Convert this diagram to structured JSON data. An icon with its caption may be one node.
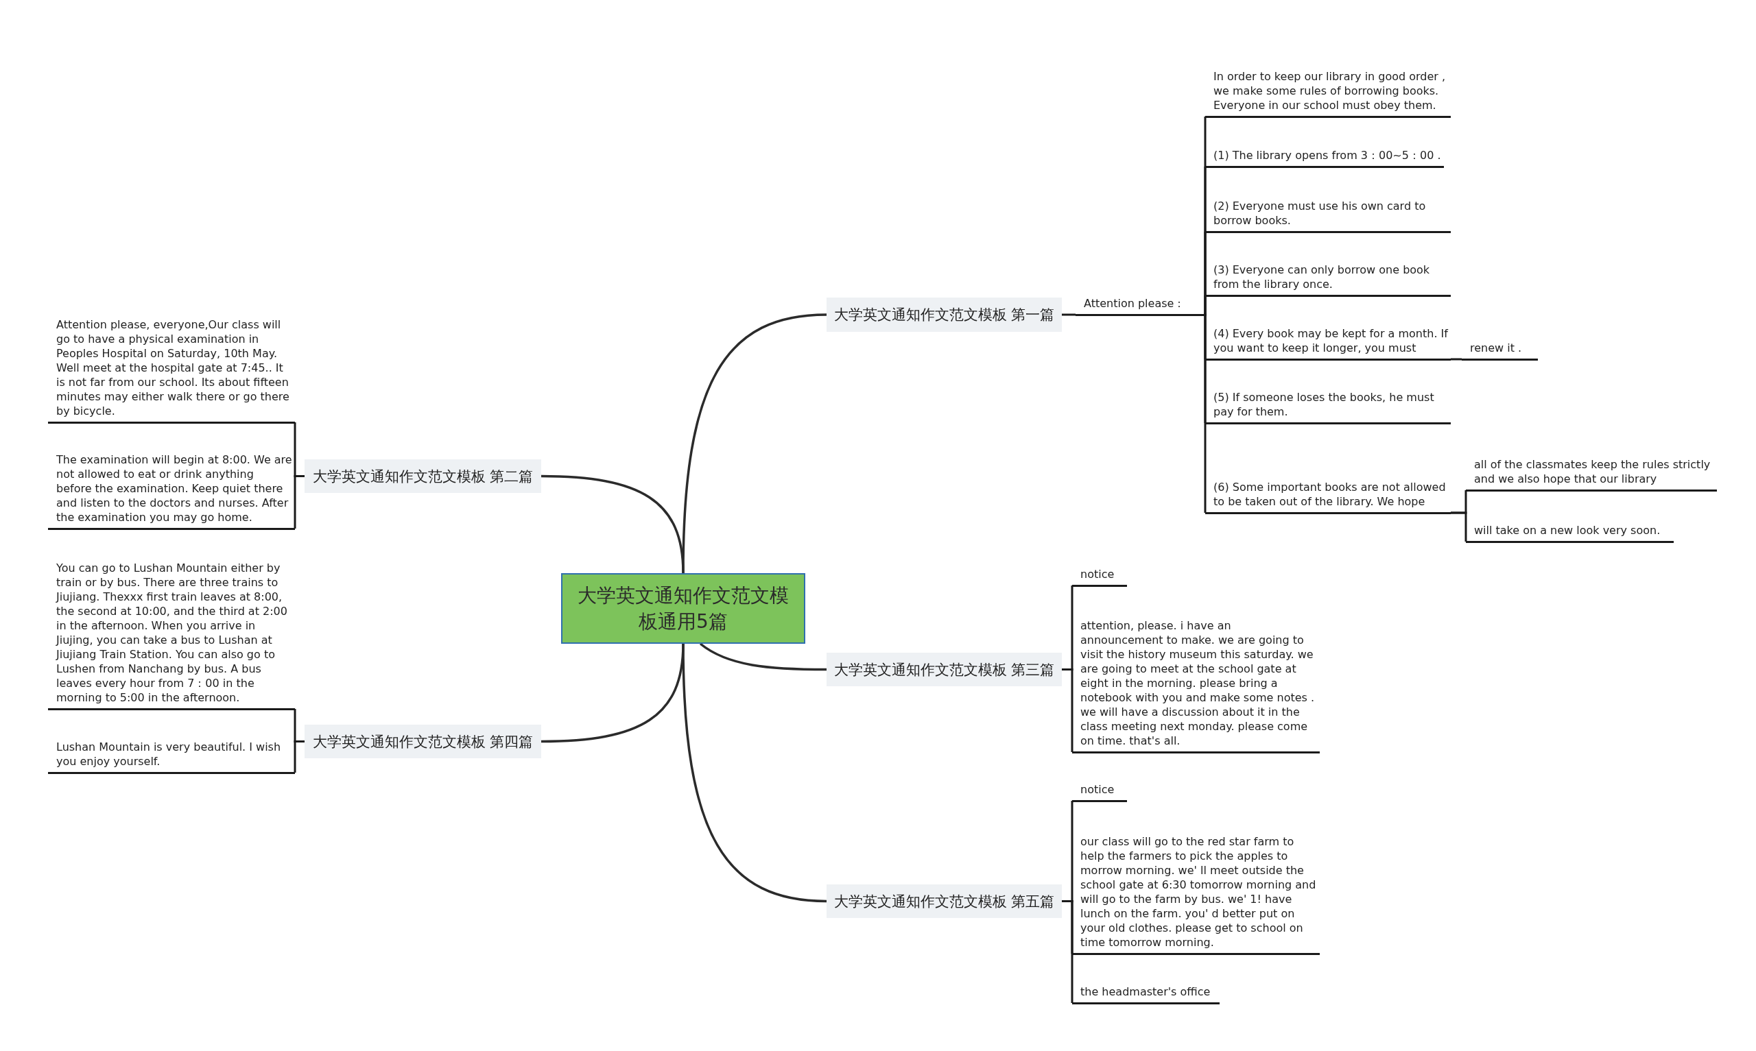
{
  "diagram": {
    "nodes": [
      {
        "text": [
          "大学英文通知作文范文模板通用5篇"
        ]
      },
      {
        "text": [
          "大学英文通知作文范文模板 第一篇"
        ]
      },
      {
        "text": [
          "Attention please："
        ]
      },
      {
        "text": [
          "In order to keep our library in good order , we make some rules of borrowing books. Everyone in our school must obey them."
        ]
      },
      {
        "text": [
          "(1) The library opens from 3：00~5：00 ."
        ]
      },
      {
        "text": [
          "(2) Everyone must use his own card to borrow books."
        ]
      },
      {
        "text": [
          "(3) Everyone can only borrow one book from the library once."
        ]
      },
      {
        "text": [
          "(4) Every book may be kept for a month. If you want to keep it longer, you must"
        ]
      },
      {
        "text": [
          "(5) If someone loses the books, he must pay for them."
        ]
      },
      {
        "text": [
          "(6) Some important books are not allowed to be taken out of the library. We hope"
        ]
      },
      {
        "text": [
          "renew it ."
        ]
      },
      {
        "text": [
          "all of the classmates keep the rules strictly and we also hope that our library"
        ]
      },
      {
        "text": [
          "will take on a new look very soon."
        ]
      },
      {
        "text": [
          "大学英文通知作文范文模板 第二篇"
        ]
      },
      {
        "text": [
          "Attention please, everyone,Our class will go to have a physical examination in Peoples Hospital on Saturday, 10th May. Well meet at the hospital gate at 7:45.. It is not far from our school. Its about fifteen minutes may either walk there or go there by bicycle."
        ]
      },
      {
        "text": [
          "The examination will begin at 8:00. We are not allowed to eat or drink anything before the examination. Keep quiet there and listen to the doctors and nurses. After the examination you may go home."
        ]
      },
      {
        "text": [
          "大学英文通知作文范文模板 第三篇"
        ]
      },
      {
        "text": [
          "notice"
        ]
      },
      {
        "text": [
          "attention, please. i have an announcement to make. we are going to visit the history museum this saturday. we are going to meet at the school gate at eight in the morning. please bring a notebook with you and make some notes . we will have a discussion about it in the class meeting next monday. please come on time. that's all."
        ]
      },
      {
        "text": [
          "大学英文通知作文范文模板 第四篇"
        ]
      },
      {
        "text": [
          "You can go to Lushan Mountain either by train or by bus. There are three trains to Jiujiang. Thexxx first train leaves at 8:00, the second at 10:00, and the third at 2:00 in the afternoon. When you arrive in Jiujing, you can take a bus to Lushan at Jiujiang Train Station. You can also go to Lushen from Nanchang by bus. A bus leaves every hour from 7：00 in the morning to 5:00 in the afternoon."
        ]
      },
      {
        "text": [
          "Lushan Mountain is very beautiful. I wish you enjoy yourself."
        ]
      },
      {
        "text": [
          "大学英文通知作文范文模板 第五篇"
        ]
      },
      {
        "text": [
          "notice"
        ]
      },
      {
        "text": [
          "our class will go to the red star farm to help the farmers to pick the apples to morrow morning. we' ll meet outside the school gate at 6:30 tomorrow morning and will go to the farm by bus. we' 1! have lunch on the farm. you' d better put on your old clothes. please get to school on time tomorrow morning."
        ]
      },
      {
        "text": [
          "the headmaster's office"
        ]
      }
    ],
    "edges": [
      {
        "from": 0,
        "to": 1,
        "arrow": "none"
      },
      {
        "from": 1,
        "to": 2,
        "arrow": "none"
      },
      {
        "from": 2,
        "to": 3,
        "arrow": "none"
      },
      {
        "from": 2,
        "to": 4,
        "arrow": "none"
      },
      {
        "from": 2,
        "to": 5,
        "arrow": "none"
      },
      {
        "from": 2,
        "to": 6,
        "arrow": "none"
      },
      {
        "from": 2,
        "to": 7,
        "arrow": "none"
      },
      {
        "from": 2,
        "to": 8,
        "arrow": "none"
      },
      {
        "from": 2,
        "to": 9,
        "arrow": "none"
      },
      {
        "from": 7,
        "to": 10,
        "arrow": "none"
      },
      {
        "from": 9,
        "to": 11,
        "arrow": "none"
      },
      {
        "from": 9,
        "to": 12,
        "arrow": "none"
      },
      {
        "from": 0,
        "to": 13,
        "arrow": "none"
      },
      {
        "from": 13,
        "to": 14,
        "arrow": "none"
      },
      {
        "from": 13,
        "to": 15,
        "arrow": "none"
      },
      {
        "from": 0,
        "to": 16,
        "arrow": "none"
      },
      {
        "from": 16,
        "to": 17,
        "arrow": "none"
      },
      {
        "from": 16,
        "to": 18,
        "arrow": "none"
      },
      {
        "from": 0,
        "to": 19,
        "arrow": "none"
      },
      {
        "from": 19,
        "to": 20,
        "arrow": "none"
      },
      {
        "from": 19,
        "to": 21,
        "arrow": "none"
      },
      {
        "from": 0,
        "to": 22,
        "arrow": "none"
      },
      {
        "from": 22,
        "to": 23,
        "arrow": "none"
      },
      {
        "from": 22,
        "to": 24,
        "arrow": "none"
      },
      {
        "from": 22,
        "to": 25,
        "arrow": "none"
      }
    ]
  }
}
